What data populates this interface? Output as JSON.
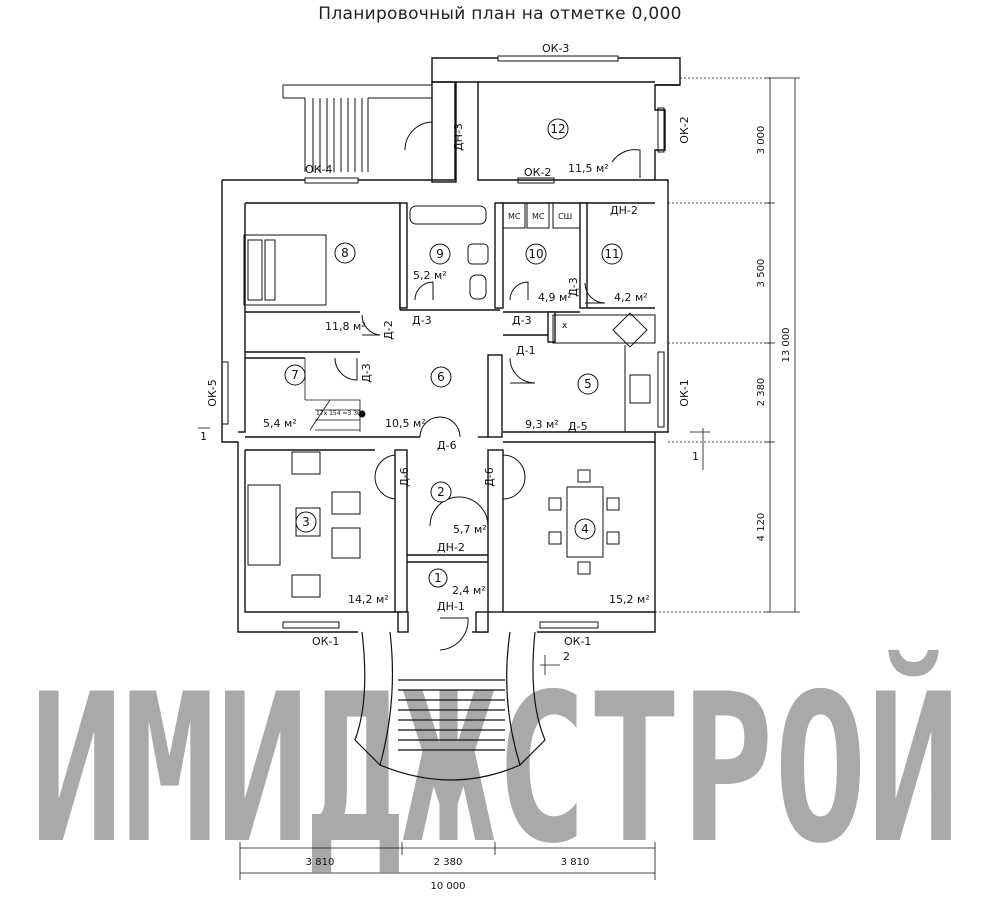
{
  "title": "Планировочный план на отметке 0,000",
  "watermark": "ИМИДЖСТРОЙ",
  "rooms": [
    {
      "num": "1",
      "area": "2,4 м²"
    },
    {
      "num": "2",
      "area": "5,7 м²"
    },
    {
      "num": "3",
      "area": "14,2 м²"
    },
    {
      "num": "4",
      "area": "15,2 м²"
    },
    {
      "num": "5",
      "area": "9,3 м²"
    },
    {
      "num": "6",
      "area": "10,5 м²"
    },
    {
      "num": "7",
      "area": "5,4 м²"
    },
    {
      "num": "8",
      "area": "11,8 м²"
    },
    {
      "num": "9",
      "area": "5,2 м²"
    },
    {
      "num": "10",
      "area": "4,9 м²"
    },
    {
      "num": "11",
      "area": "4,2 м²"
    },
    {
      "num": "12",
      "area": "11,5 м²"
    }
  ],
  "labels": {
    "ok1_bottom_left": "ОК-1",
    "ok1_bottom_right": "ОК-1",
    "ok1_right": "ОК-1",
    "ok2_top": "ОК-2",
    "ok2_right": "ОК-2",
    "ok3": "ОК-3",
    "ok4": "ОК-4",
    "ok5": "ОК-5",
    "dn1": "ДН-1",
    "dn2_entry": "ДН-2",
    "dn2_room": "ДН-2",
    "dn3": "ДН-3",
    "d1": "Д-1",
    "d2": "Д-2",
    "d3_stair": "Д-3",
    "d3_bath": "Д-3",
    "d3_wc": "Д-3",
    "d3_11": "Д-3",
    "d5": "Д-5",
    "d6_top": "Д-6",
    "d6_left": "Д-6",
    "d6_right": "Д-6",
    "ms1": "МС",
    "ms2": "МС",
    "ssh": "СШ",
    "x_mark": "x",
    "stair_note": "17x 154 =3 300",
    "section1_right": "1",
    "section1_left": "1",
    "section2": "2"
  },
  "dimensions": {
    "bottom": [
      "3 810",
      "2 380",
      "3 810"
    ],
    "bottom_total": "10 000",
    "right": [
      "3 000",
      "3 500",
      "2 380",
      "4 120"
    ],
    "right_total": "13 000"
  }
}
